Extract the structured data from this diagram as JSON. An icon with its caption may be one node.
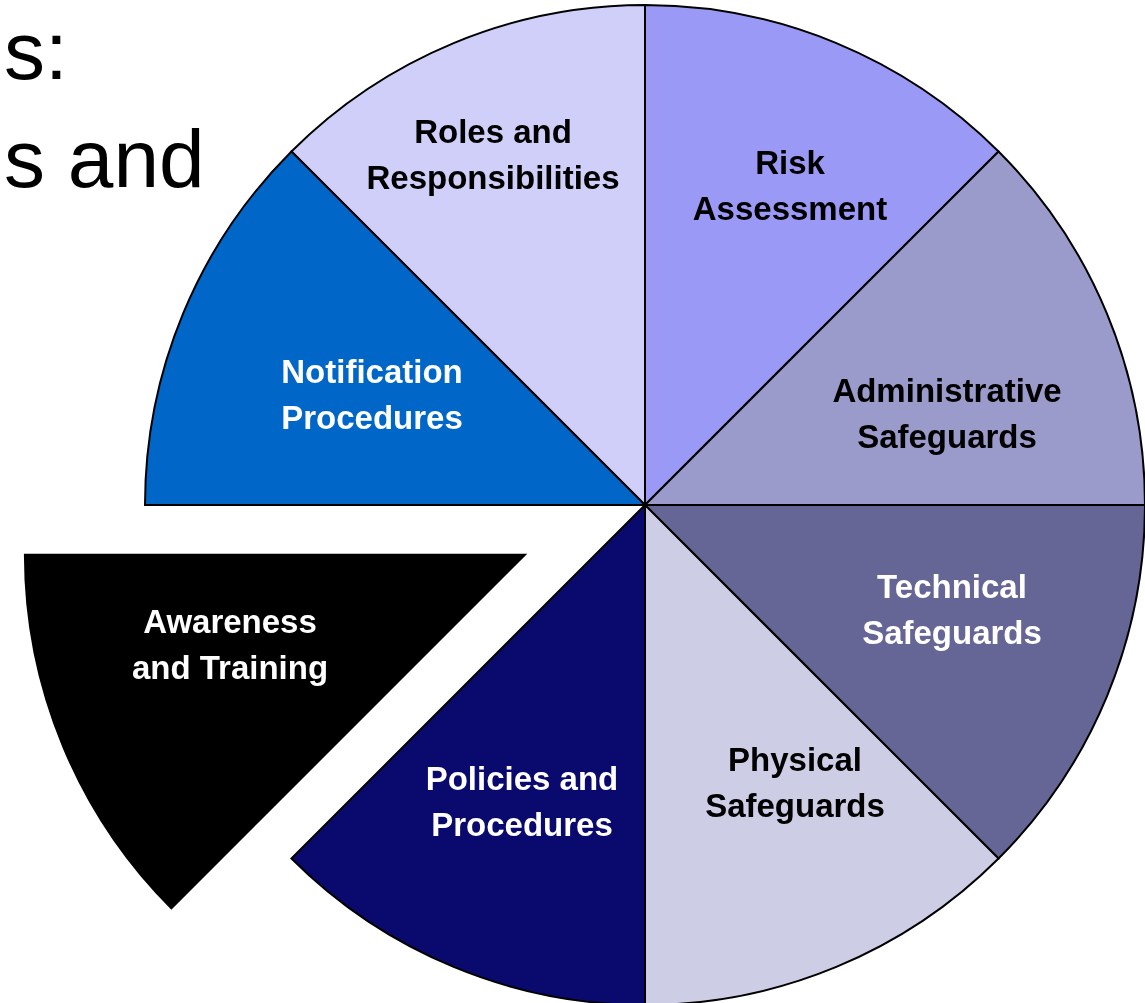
{
  "diagram": {
    "nodes": [
      {
        "text": [
          "Roles and Responsibilities"
        ]
      },
      {
        "text": [
          "Risk Assessment"
        ]
      },
      {
        "text": [
          "Notification Procedures"
        ]
      },
      {
        "text": [
          "Administrative Safeguards"
        ]
      },
      {
        "text": [
          "Awareness and Training"
        ]
      },
      {
        "text": [
          "Technical Safeguards"
        ]
      },
      {
        "text": [
          "Policies and Procedures"
        ]
      },
      {
        "text": [
          "Physical Safeguards"
        ]
      }
    ],
    "labels": [
      "s:",
      "s and"
    ]
  }
}
